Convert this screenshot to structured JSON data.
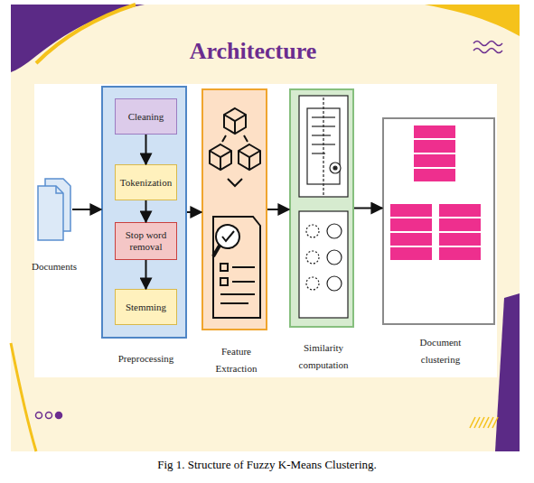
{
  "diagram": {
    "title": "Architecture",
    "caption": "Fig 1. Structure of Fuzzy K-Means Clustering.",
    "nodes": [
      {
        "text": [
          "Documents"
        ]
      },
      {
        "text": [
          "Preprocessing"
        ]
      },
      {
        "text": [
          "Cleaning"
        ],
        "in": 1
      },
      {
        "text": [
          "Tokenization"
        ],
        "in": 1
      },
      {
        "text": [
          "Stop word removal"
        ],
        "in": 1
      },
      {
        "text": [
          "Stemming"
        ],
        "in": 1
      },
      {
        "text": [
          "Feature Extraction"
        ]
      },
      {
        "text": [
          "Similarity computation"
        ]
      },
      {
        "text": [
          "Document clustering"
        ]
      }
    ],
    "edges": [
      {
        "from": 0,
        "to": 1,
        "arrow": "to"
      },
      {
        "from": 2,
        "to": 3,
        "arrow": "to"
      },
      {
        "from": 3,
        "to": 4,
        "arrow": "to"
      },
      {
        "from": 4,
        "to": 5,
        "arrow": "to"
      },
      {
        "from": 1,
        "to": 6,
        "arrow": "to"
      },
      {
        "from": 6,
        "to": 7,
        "arrow": "to"
      },
      {
        "from": 7,
        "to": 8,
        "arrow": "to"
      }
    ]
  }
}
